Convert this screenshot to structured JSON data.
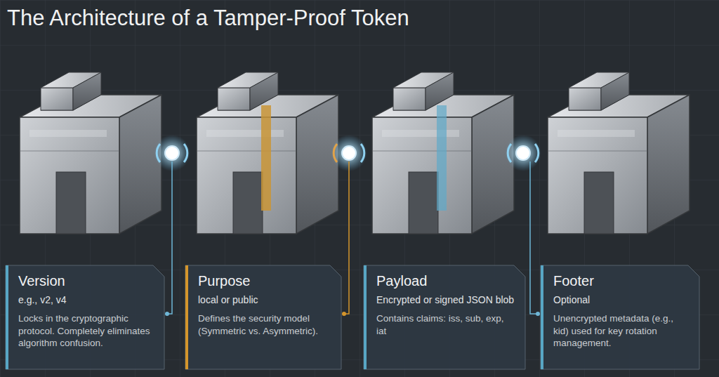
{
  "diagram": {
    "title": "The Architecture of a Tamper-Proof Token",
    "nodes": [
      {
        "text": [
          "Version",
          "e.g., v2, v4",
          "Locks in the cryptographic protocol. Completely eliminates algorithm confusion."
        ]
      },
      {
        "text": [
          "Purpose",
          "local or public",
          "Defines the security model (Symmetric vs. Asymmetric)."
        ]
      },
      {
        "text": [
          "Payload",
          "Encrypted or signed JSON blob",
          "Contains claims: iss, sub, exp, iat"
        ]
      },
      {
        "text": [
          "Footer",
          "Optional",
          "Unencrypted metadata (e.g., kid) used for key rotation management."
        ]
      }
    ]
  }
}
